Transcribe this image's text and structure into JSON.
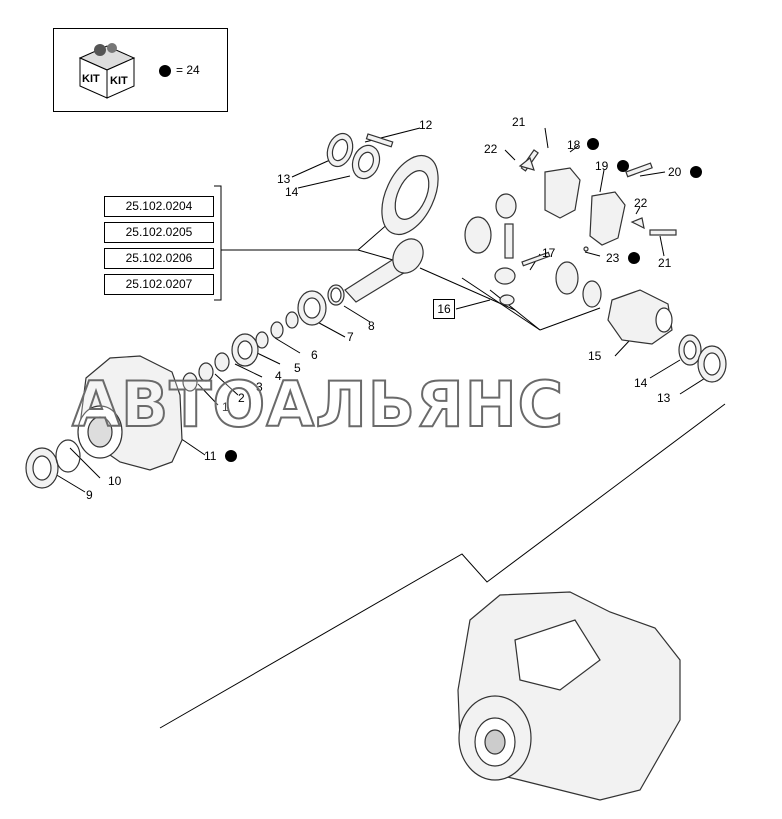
{
  "kit_legend": {
    "kit_word_1": "KIT",
    "kit_word_2": "KIT",
    "equals_text": "= 24"
  },
  "references": [
    "25.102.0204",
    "25.102.0205",
    "25.102.0206",
    "25.102.0207"
  ],
  "watermark": "АВТОАЛЬЯНС",
  "boxed_callout": "16",
  "callouts": {
    "c1": "1",
    "c2": "2",
    "c3": "3",
    "c4": "4",
    "c5": "5",
    "c6": "6",
    "c7": "7",
    "c8": "8",
    "c9": "9",
    "c10": "10",
    "c11": "11",
    "c12": "12",
    "c13a": "13",
    "c13b": "13",
    "c14a": "14",
    "c14b": "14",
    "c15": "15",
    "c17": "17",
    "c18": "18",
    "c19": "19",
    "c20": "20",
    "c21a": "21",
    "c21b": "21",
    "c22a": "22",
    "c22b": "22",
    "c23": "23"
  },
  "colors": {
    "line": "#000000",
    "part_fill": "#f2f2f2",
    "part_stroke": "#333333"
  }
}
